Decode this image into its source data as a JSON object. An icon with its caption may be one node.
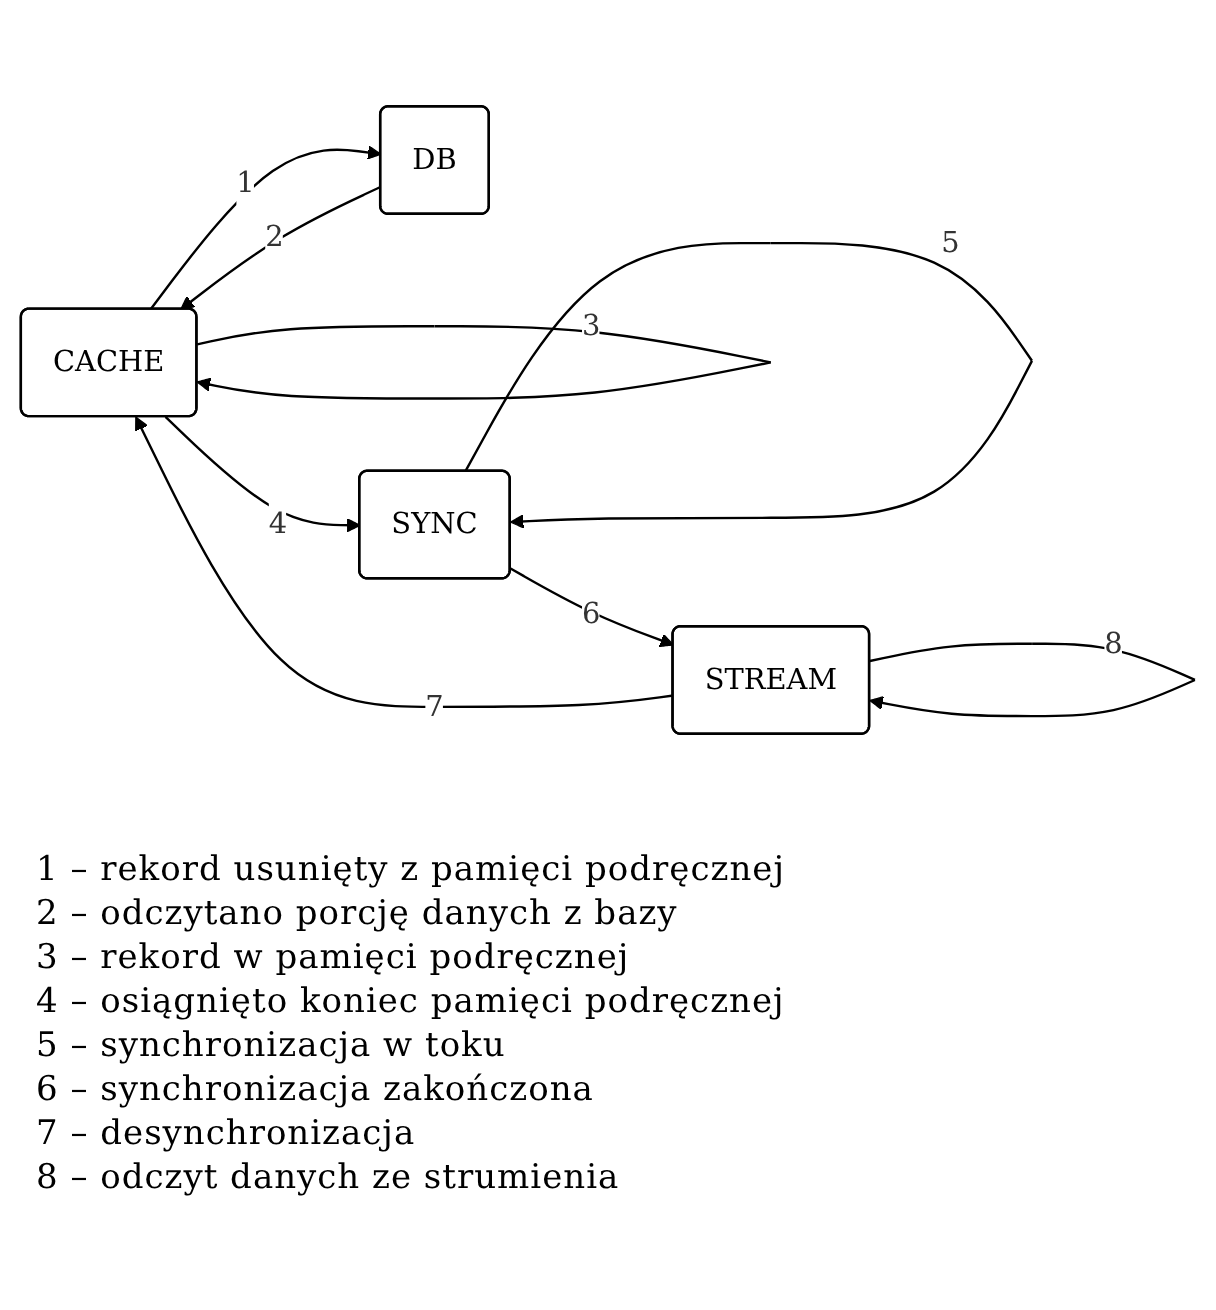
{
  "diagram": {
    "nodes": [
      {
        "text": [
          "CACHE"
        ]
      },
      {
        "text": [
          "DB"
        ]
      },
      {
        "text": [
          "SYNC"
        ]
      },
      {
        "text": [
          "STREAM"
        ]
      }
    ],
    "edges": [
      {
        "from": 0,
        "to": 1,
        "arrow": "to",
        "label": "1"
      },
      {
        "from": 1,
        "to": 0,
        "arrow": "to",
        "label": "2"
      },
      {
        "from": 0,
        "to": 0,
        "arrow": "to",
        "label": "3"
      },
      {
        "from": 0,
        "to": 2,
        "arrow": "to",
        "label": "4"
      },
      {
        "from": 2,
        "to": 2,
        "arrow": "to",
        "label": "5"
      },
      {
        "from": 2,
        "to": 3,
        "arrow": "to",
        "label": "6"
      },
      {
        "from": 3,
        "to": 0,
        "arrow": "to",
        "label": "7"
      },
      {
        "from": 3,
        "to": 3,
        "arrow": "to",
        "label": "8"
      }
    ],
    "labels": [
      "1 – rekord usunięty z pamięci podręcznej",
      "2 – odczytano porcję danych z bazy",
      "3 – rekord w pamięci podręcznej",
      "4 – osiągnięto koniec pamięci podręcznej",
      "5 – synchronizacja w toku",
      "6 – synchronizacja zakończona",
      "7 – desynchronizacja",
      "8 – odczyt danych ze strumienia"
    ]
  }
}
